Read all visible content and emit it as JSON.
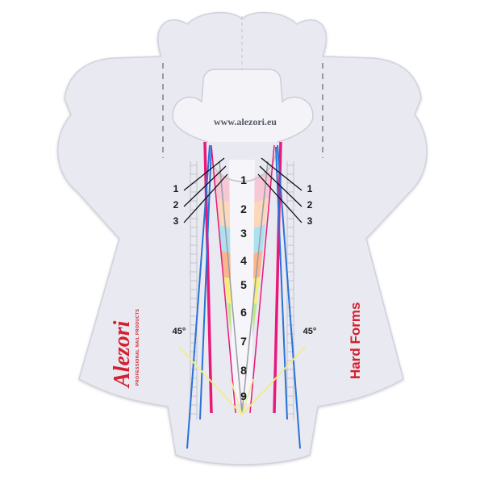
{
  "website": "www.alezori.eu",
  "product_label": "Hard Forms",
  "brand": {
    "name": "Alezori",
    "tagline": "PROFESSIONAL NAIL PRODUCTS"
  },
  "center_scale": [
    "1",
    "2",
    "3",
    "4",
    "5",
    "6",
    "7",
    "8",
    "9"
  ],
  "left_markers": [
    "1",
    "2",
    "3"
  ],
  "right_markers": [
    "1",
    "2",
    "3"
  ],
  "angle_left": "45°",
  "angle_right": "45°",
  "colors": {
    "form_background": "#e9e9f1",
    "form_edge": "#d2d2dc",
    "accent_pink": "#e8197a",
    "accent_blue": "#2a72d6",
    "accent_yellow": "#f1ec8c",
    "brand_red": "#d3202e",
    "rainbow": [
      "#f6c8d6",
      "#fbd7bb",
      "#aee1ef",
      "#fbb58e",
      "#f4ef7a",
      "#b9e986",
      "#e7b3e8",
      "#c3a8ee",
      "#f2a9d2",
      "#9fe6d0"
    ]
  }
}
